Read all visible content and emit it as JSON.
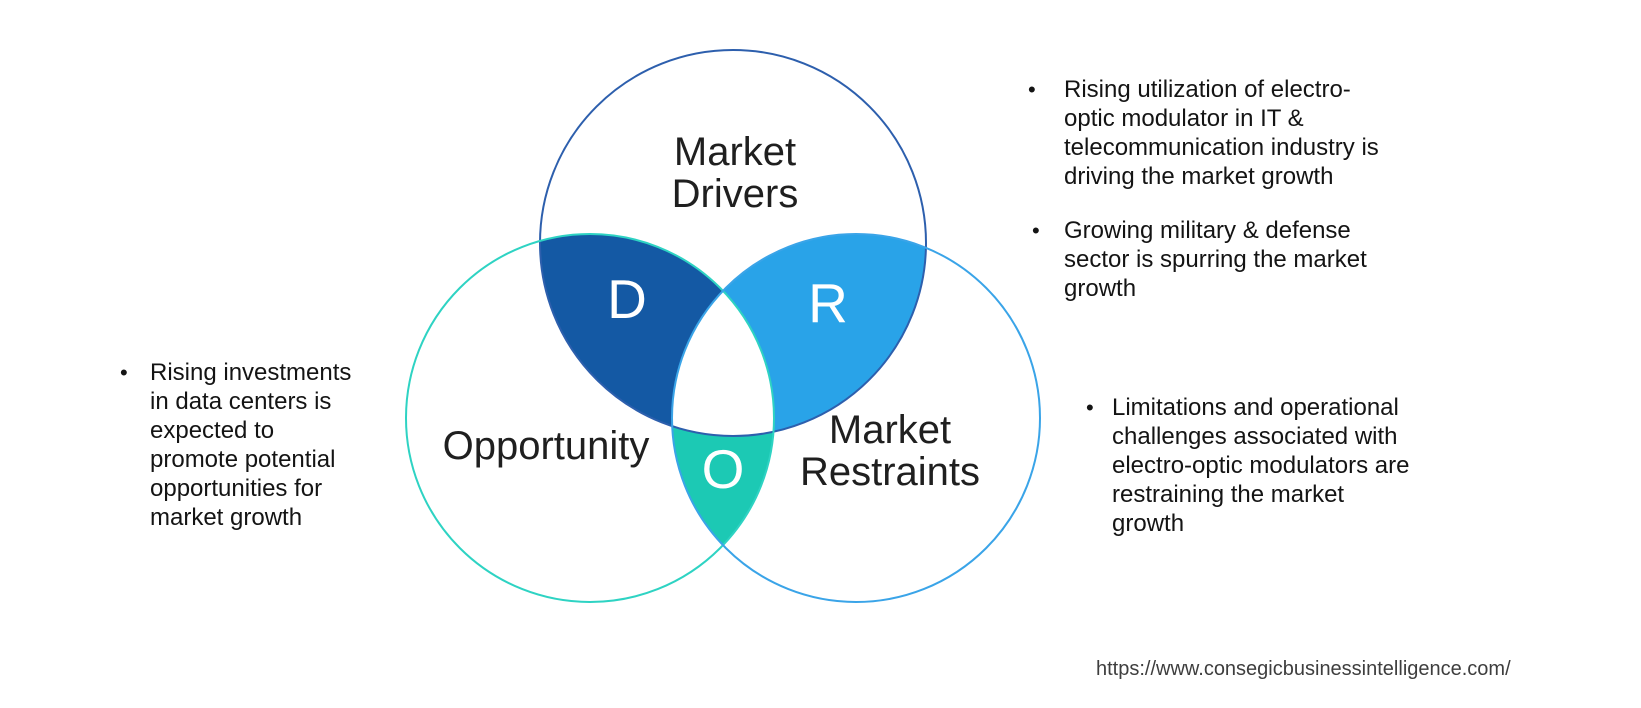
{
  "diagram": {
    "drivers": {
      "label_line1": "Market",
      "label_line2": "Drivers",
      "letter": "D"
    },
    "opportunity": {
      "label": "Opportunity",
      "letter": "O"
    },
    "restraints": {
      "label_line1": "Market",
      "label_line2": "Restraints",
      "letter": "R"
    }
  },
  "notes": {
    "left": {
      "bullet": "•",
      "lines": [
        "Rising investments",
        "in data centers is",
        "expected to",
        "promote potential",
        "opportunities for",
        "market growth"
      ]
    },
    "top_right_1": {
      "bullet": "•",
      "lines": [
        "Rising utilization of electro-",
        "optic modulator in IT &",
        "telecommunication industry is",
        "driving the market growth"
      ]
    },
    "top_right_2": {
      "bullet": "•",
      "lines": [
        "Growing military & defense",
        "sector is spurring the market",
        "growth"
      ]
    },
    "bottom_right": {
      "bullet": "•",
      "lines": [
        "Limitations and operational",
        "challenges associated with",
        "electro-optic modulators are",
        "restraining the market",
        "growth"
      ]
    }
  },
  "footer": {
    "url": "https://www.consegicbusinessintelligence.com/"
  },
  "colors": {
    "drivers_circle_stroke": "#2d5fad",
    "opportunity_circle_stroke": "#2ed3c3",
    "restraints_circle_stroke": "#3aa4e8",
    "d_region_fill": "#1459a4",
    "r_region_fill": "#29a3e8",
    "o_region_fill": "#1cc9b4",
    "label_text": "#1f1f1f",
    "note_text": "#141414",
    "url_text": "#3e3e3e"
  }
}
